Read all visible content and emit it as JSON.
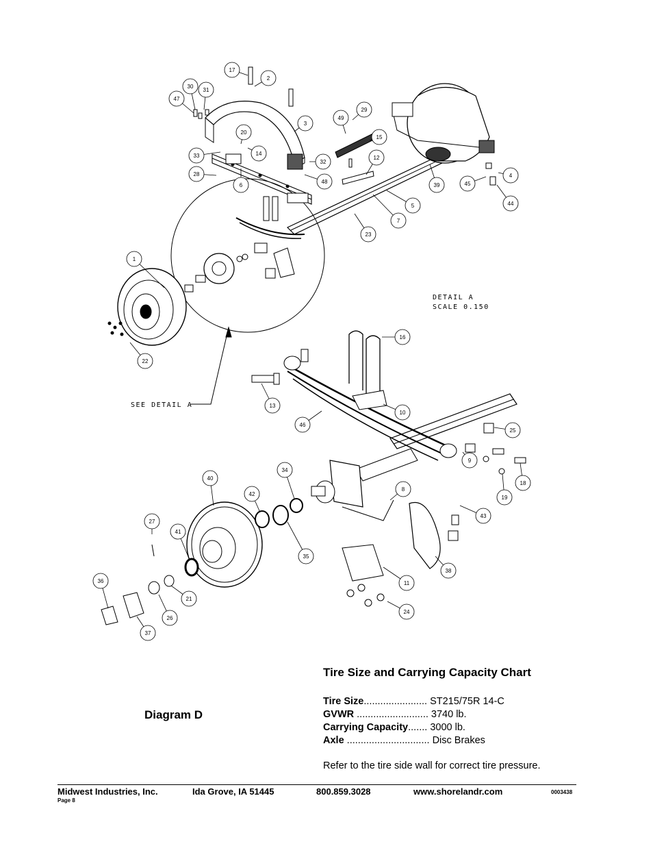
{
  "diagram": {
    "callouts": [
      "1",
      "2",
      "3",
      "4",
      "5",
      "6",
      "7",
      "8",
      "9",
      "10",
      "11",
      "12",
      "13",
      "14",
      "15",
      "16",
      "17",
      "18",
      "19",
      "20",
      "21",
      "22",
      "23",
      "24",
      "25",
      "26",
      "27",
      "28",
      "29",
      "30",
      "31",
      "32",
      "33",
      "34",
      "35",
      "36",
      "37",
      "38",
      "39",
      "40",
      "41",
      "42",
      "43",
      "44",
      "45",
      "46",
      "47",
      "48",
      "49"
    ],
    "detail_label": "DETAIL  A",
    "detail_scale": "SCALE  0.150",
    "see_detail": "SEE DETAIL  A"
  },
  "chart": {
    "title": "Tire Size and Carrying Capacity Chart",
    "rows": [
      {
        "label": "Tire Size",
        "dots": ".......................",
        "value": "ST215/75R 14-C"
      },
      {
        "label": "GVWR",
        "dots": "..........................",
        "value": "3740 lb."
      },
      {
        "label": "Carrying Capacity",
        "dots": ".......",
        "value": "3000 lb."
      },
      {
        "label": "Axle",
        "dots": "..............................",
        "value": "Disc Brakes"
      }
    ],
    "note": "Refer to the tire side wall for correct tire pressure."
  },
  "diagram_label": "Diagram D",
  "footer": {
    "company": "Midwest Industries, Inc.",
    "address": "Ida Grove, IA  51445",
    "phone": "800.859.3028",
    "website": "www.shorelandr.com",
    "doc_number": "0003438",
    "page": "Page 8"
  }
}
